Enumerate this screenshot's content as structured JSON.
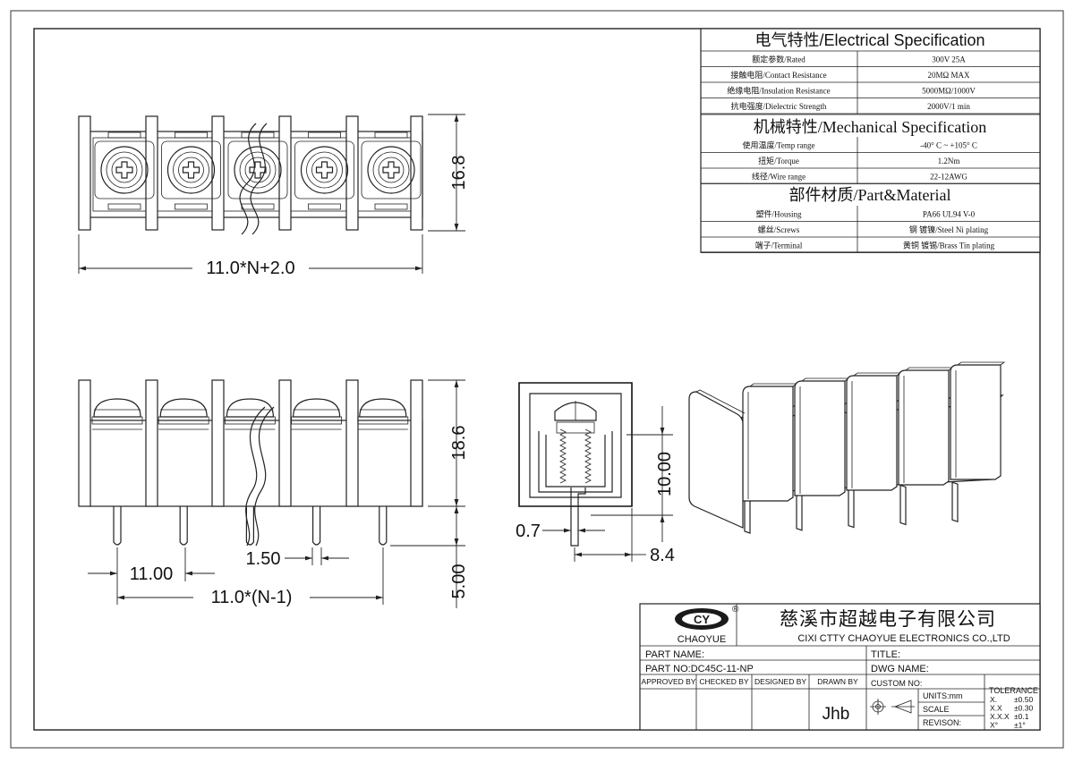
{
  "spec": {
    "electrical_title": "电气特性/Electrical Specification",
    "electrical_rows": [
      {
        "label": "额定参数/Rated",
        "value": "300V  25A"
      },
      {
        "label": "接触电阻/Contact Resistance",
        "value": "20MΩ MAX"
      },
      {
        "label": "绝缘电阻/Insulation Resistance",
        "value": "5000MΩ/1000V"
      },
      {
        "label": "抗电强度/Dielectric Strength",
        "value": "2000V/1 min"
      }
    ],
    "mechanical_title": "机械特性/Mechanical Specification",
    "mechanical_rows": [
      {
        "label": "使用温度/Temp range",
        "value": "-40° C ~ +105° C"
      },
      {
        "label": "扭矩/Torque",
        "value": "1.2Nm"
      },
      {
        "label": "线径/Wire range",
        "value": "22-12AWG"
      }
    ],
    "material_title": "部件材质/Part&Material",
    "material_rows": [
      {
        "label": "塑件/Housing",
        "value": "PA66 UL94 V-0"
      },
      {
        "label": "螺丝/Screws",
        "value": "钢 镀镍/Steel Ni plating"
      },
      {
        "label": "端子/Terminal",
        "value": "黄铜 镀锡/Brass Tin  plating"
      }
    ]
  },
  "dimensions": {
    "top_height": "16.8",
    "top_width": "11.0*N+2.0",
    "front_height": "18.6",
    "pin_length": "5.00",
    "pitch": "11.00",
    "pin_width": "1.50",
    "pitch_total": "11.0*(N-1)",
    "side_height": "10.00",
    "side_pin": "0.7",
    "side_offset": "8.4"
  },
  "title_block": {
    "logo_mark": "CY",
    "registered": "®",
    "brand": "CHAOYUE",
    "company_cn": "慈溪市超越电子有限公司",
    "company_en": "CIXI CTTY CHAOYUE ELECTRONICS CO.,LTD",
    "part_name_label": "PART NAME:",
    "title_label": "TITLE:",
    "part_no_label": "PART NO:DC45C-11-NP",
    "dwg_name_label": "DWG NAME:",
    "approved_by": "APPROVED BY",
    "checked_by": "CHECKED BY",
    "designed_by": "DESIGNED BY",
    "drawn_by": "DRAWN BY",
    "drawn_by_value": "Jhb",
    "custom_no": "CUSTOM NO:",
    "units": "UNITS:mm",
    "scale": "SCALE",
    "revision": "REVISON:",
    "tolerance_title": "TOLERANCE",
    "tolerances": [
      {
        "k": "X.",
        "v": "±0.50"
      },
      {
        "k": "X.X",
        "v": "±0.30"
      },
      {
        "k": "X.X.X",
        "v": "±0.1"
      },
      {
        "k": "X°",
        "v": "±1°"
      }
    ]
  }
}
